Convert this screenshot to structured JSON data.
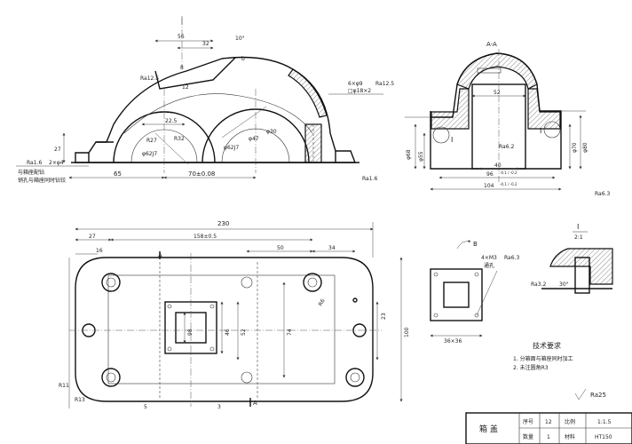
{
  "front_view": {
    "dims": {
      "top_56": "56",
      "top_32": "32",
      "angle_10": "10°",
      "dim_8": "8",
      "dim_12": "12",
      "dim_b": "b",
      "dim_27": "27",
      "dim_22_5": "22.5",
      "dim_65": "65",
      "dim_70": "70±0.08",
      "r27": "R27",
      "r32": "R32",
      "phi47": "φ47",
      "phi62_1": "φ62J7",
      "phi62_2": "φ62J7",
      "phi30": "φ30",
      "hole_note": "6×φ9",
      "hole_note_2": "□φ18×2",
      "ra_top": "Ra12.5",
      "ra_right": "Ra12.5",
      "ra_bottom": "Ra1.6",
      "ra_left": "Ra1.6",
      "pin_note_1": "2×φ4",
      "pin_note_2": "与箱座配钻",
      "pin_note_3": "销孔与箱座同时钻铰"
    }
  },
  "section_view": {
    "title": "A-A",
    "dims": {
      "d52": "52",
      "d40": "40",
      "d96": "96",
      "d96_tol": "-0.1 / -0.2",
      "d104": "104",
      "d104_tol": "-0.1 / -0.2",
      "phi68": "φ68",
      "phi55": "φ55",
      "phi70": "φ70",
      "phi80": "φ80",
      "ra62": "Ra6.2",
      "ra63": "Ra6.3",
      "label_I": "I",
      "label_I2": "I"
    }
  },
  "top_view": {
    "dims": {
      "d230": "230",
      "d27": "27",
      "d158": "158±0.5",
      "d50": "50",
      "d34": "34",
      "d16": "16",
      "r6": "R6",
      "d23": "23",
      "d100": "100",
      "d98": "98",
      "d46": "46",
      "d52": "52",
      "d74": "74",
      "r11": "R11",
      "r13": "R13",
      "d5": "5",
      "d3": "3",
      "label_A_top": "A",
      "label_A_bottom": "A"
    }
  },
  "view_b": {
    "label": "B",
    "note_1": "4×M3",
    "note_2": "通孔",
    "ra": "Ra6.3",
    "size": "36×36"
  },
  "detail_I": {
    "title": "I",
    "scale": "2:1",
    "ra": "Ra3.2",
    "angle": "30°"
  },
  "tech_req": {
    "title": "技术要求",
    "items": [
      "1. 分箱面与箱座同时加工",
      "2. 未注圆角R3"
    ]
  },
  "roughness_general": "Ra25",
  "title_block": {
    "name": "箱 盖",
    "row1": [
      "序号",
      "12",
      "比例",
      "1:1.5"
    ],
    "row2": [
      "数量",
      "1",
      "材料",
      "HT150"
    ]
  }
}
